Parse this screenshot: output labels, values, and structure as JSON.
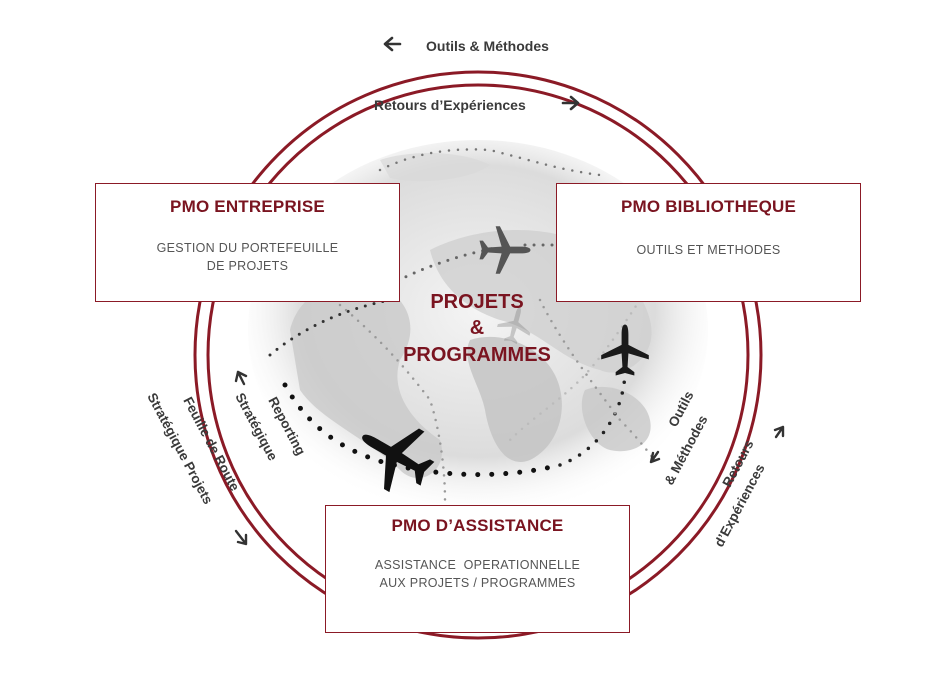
{
  "center": {
    "line1": "PROJETS",
    "line2": "&",
    "line3": "PROGRAMMES"
  },
  "boxes": {
    "entreprise": {
      "title": "PMO ENTREPRISE",
      "sub_line1": "GESTION DU PORTEFEUILLE",
      "sub_line2": "DE PROJETS"
    },
    "bibliotheque": {
      "title": "PMO BIBLIOTHEQUE",
      "sub_line1": "OUTILS ET METHODES"
    },
    "assistance": {
      "title": "PMO D’ASSISTANCE",
      "sub_line1": "ASSISTANCE  OPERATIONNELLE",
      "sub_line2": "AUX PROJETS / PROGRAMMES"
    }
  },
  "flow_labels": {
    "top_outils": "Outils  & Méthodes",
    "top_retours": "Retours d’Expériences",
    "left_reporting_1": "Reporting",
    "left_reporting_2": "Stratégique",
    "left_feuille_1": "Feuille  de Route",
    "left_feuille_2": "Stratégique Projets",
    "right_outils_1": "Outils",
    "right_outils_2": "& Méthodes",
    "right_retours_1": "Retours",
    "right_retours_2": "d’Expériences"
  },
  "colors": {
    "accent": "#8b1a26",
    "title": "#7a1420",
    "text": "#555555",
    "label": "#3a3a3a"
  },
  "icons": [
    "airplane-icon",
    "arrow-left-icon",
    "arrow-right-icon",
    "world-map-icon"
  ]
}
